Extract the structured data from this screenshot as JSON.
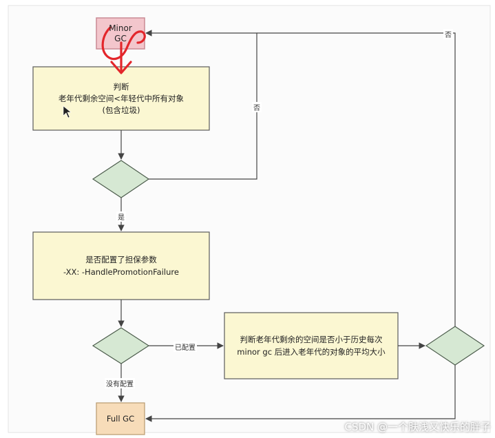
{
  "nodes": {
    "minor_gc": {
      "line1": "Minor",
      "line2": "GC"
    },
    "judge_old_space": {
      "line1": "判断",
      "line2": "老年代剩余空间<年轻代中所有对象",
      "line3": "(包含垃圾)"
    },
    "check_param": {
      "line1": "是否配置了担保参数",
      "line2": "-XX: -HandlePromotionFailure"
    },
    "judge_history": {
      "line1": "判断老年代剩余的空间是否小于历史每次",
      "line2": "minor gc 后进入老年代的对象的平均大小"
    },
    "full_gc": {
      "label": "Full GC"
    }
  },
  "edge_labels": {
    "no_top": "否",
    "no_right": "否",
    "yes": "是",
    "configured": "已配置",
    "not_configured": "没有配置"
  },
  "watermark": "CSDN @一个肤浅又快乐的胖子",
  "colors": {
    "minor_fill": "#f3c6cc",
    "minor_border": "#c98a94",
    "box_fill": "#fbf7d2",
    "box_border": "#5b5b5b",
    "diamond_fill": "#d6e8d3",
    "diamond_border": "#4d5d4d",
    "fullgc_fill": "#f7dcb9",
    "annotation_red": "#e3262b",
    "line": "#444444"
  }
}
